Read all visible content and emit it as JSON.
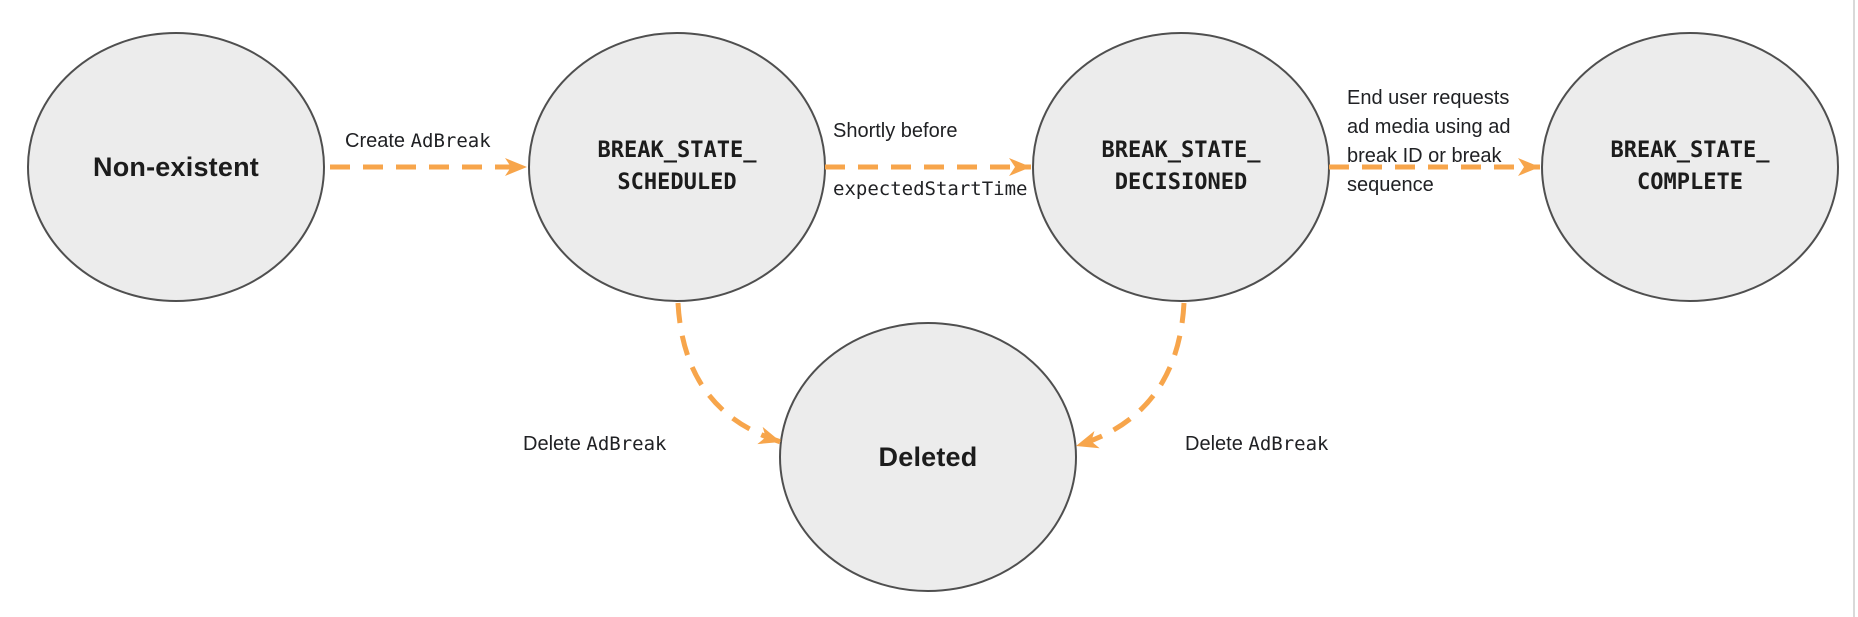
{
  "diagram": {
    "nodes": [
      {
        "id": "non-existent",
        "label": "Non-existent",
        "style": "plain"
      },
      {
        "id": "break-state-scheduled",
        "label": "BREAK_STATE_\nSCHEDULED",
        "style": "code"
      },
      {
        "id": "break-state-decisioned",
        "label": "BREAK_STATE_\nDECISIONED",
        "style": "code"
      },
      {
        "id": "break-state-complete",
        "label": "BREAK_STATE_\nCOMPLETE",
        "style": "code"
      },
      {
        "id": "deleted",
        "label": "Deleted",
        "style": "plain"
      }
    ],
    "edges": [
      {
        "from": "non-existent",
        "to": "break-state-scheduled",
        "label_text": "Create ",
        "label_code": "AdBreak"
      },
      {
        "from": "break-state-scheduled",
        "to": "break-state-decisioned",
        "label_text": "Shortly before",
        "label_code": "expectedStartTime"
      },
      {
        "from": "break-state-decisioned",
        "to": "break-state-complete",
        "label_text": "End user requests\nad media using ad\nbreak ID or break\nsequence"
      },
      {
        "from": "break-state-scheduled",
        "to": "deleted",
        "label_text": "Delete ",
        "label_code": "AdBreak"
      },
      {
        "from": "break-state-decisioned",
        "to": "deleted",
        "label_text": "Delete ",
        "label_code": "AdBreak"
      }
    ],
    "colors": {
      "arrow": "#F7A54B",
      "node_fill": "#ECECEC",
      "node_stroke": "#4F4F4F",
      "text": "#1C1C1C",
      "page_edge": "#D9D9D9"
    }
  }
}
